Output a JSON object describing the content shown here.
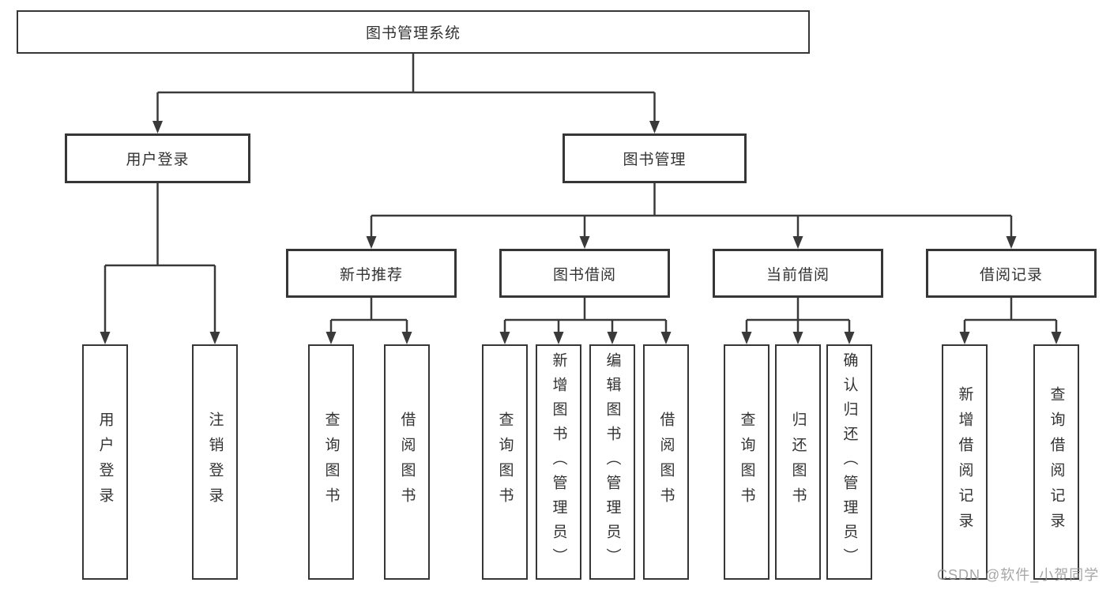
{
  "diagram_title": "图书管理系统",
  "tree": {
    "root": "图书管理系统",
    "children": [
      {
        "label": "用户登录",
        "children": [
          "用户登录",
          "注销登录"
        ]
      },
      {
        "label": "图书管理",
        "children": [
          {
            "label": "新书推荐",
            "children": [
              "查询图书",
              "借阅图书"
            ]
          },
          {
            "label": "图书借阅",
            "children": [
              "查询图书",
              "新增图书（管理员）",
              "编辑图书（管理员）",
              "借阅图书"
            ]
          },
          {
            "label": "当前借阅",
            "children": [
              "查询图书",
              "归还图书",
              "确认归还（管理员）"
            ]
          },
          {
            "label": "借阅记录",
            "children": [
              "新增借阅记录",
              "查询借阅记录"
            ]
          }
        ]
      }
    ]
  },
  "watermark": "CSDN @软件_小贺同学",
  "colors": {
    "line": "#3a3a3a",
    "box_border": "#363636",
    "text": "#333333",
    "watermark": "#969696",
    "background": "#ffffff"
  }
}
